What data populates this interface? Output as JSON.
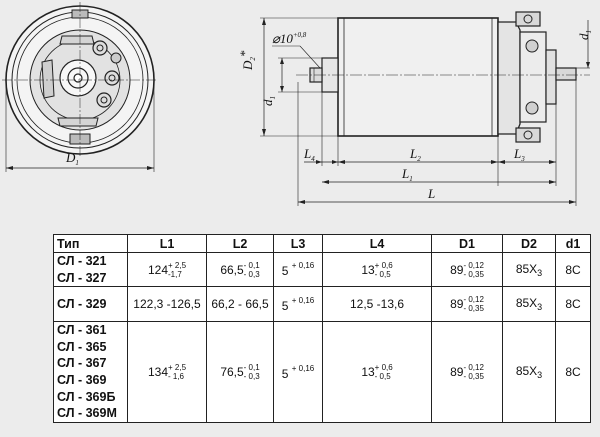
{
  "drawing": {
    "labels": {
      "D1": "D",
      "D2": "D",
      "D2_mark": "*",
      "d1": "d",
      "d1_side": "d",
      "bore": "⌀10",
      "bore_tol": "+0,8",
      "L": "L",
      "L1": "L",
      "L2": "L",
      "L3": "L",
      "L4": "L",
      "sub1": "1",
      "sub2": "2",
      "sub3": "3",
      "sub4": "4"
    }
  },
  "table": {
    "headers": [
      "Тип",
      "L1",
      "L2",
      "L3",
      "L4",
      "D1",
      "D2",
      "d1"
    ],
    "groups": [
      {
        "types": [
          "СЛ - 321",
          "СЛ - 327"
        ],
        "L1": {
          "base": "124",
          "upper": "+ 2,5",
          "lower": "-1,7"
        },
        "L2": {
          "base": "66,5",
          "upper": "- 0,1",
          "lower": "- 0,3"
        },
        "L3": {
          "base": "5",
          "sup": "+ 0,16"
        },
        "L4": {
          "base": "13",
          "upper": "+ 0,6",
          "lower": "- 0,5"
        },
        "D1": {
          "base": "89",
          "upper": "- 0,12",
          "lower": "- 0,35"
        },
        "D2": {
          "base": "85X",
          "sub": "3"
        },
        "d1": "8C"
      },
      {
        "types": [
          "СЛ - 329"
        ],
        "L1": {
          "text": "122,3 -126,5"
        },
        "L2": {
          "text": "66,2 - 66,5"
        },
        "L3": {
          "base": "5",
          "sup": "+ 0,16"
        },
        "L4": {
          "text": "12,5 -13,6"
        },
        "D1": {
          "base": "89",
          "upper": "- 0,12",
          "lower": "- 0,35"
        },
        "D2": {
          "base": "85X",
          "sub": "3"
        },
        "d1": "8C"
      },
      {
        "types": [
          "СЛ - 361",
          "СЛ - 365",
          "СЛ - 367",
          "СЛ - 369",
          "СЛ - 369Б",
          "СЛ - 369М"
        ],
        "L1": {
          "base": "134",
          "upper": "+ 2,5",
          "lower": "- 1,6"
        },
        "L2": {
          "base": "76,5",
          "upper": "- 0,1",
          "lower": "- 0,3"
        },
        "L3": {
          "base": "5",
          "sup": "+ 0,16"
        },
        "L4": {
          "base": "13",
          "upper": "+ 0,6",
          "lower": "- 0,5"
        },
        "D1": {
          "base": "89",
          "upper": "- 0,12",
          "lower": "- 0,35"
        },
        "D2": {
          "base": "85X",
          "sub": "3"
        },
        "d1": "8C"
      }
    ]
  }
}
